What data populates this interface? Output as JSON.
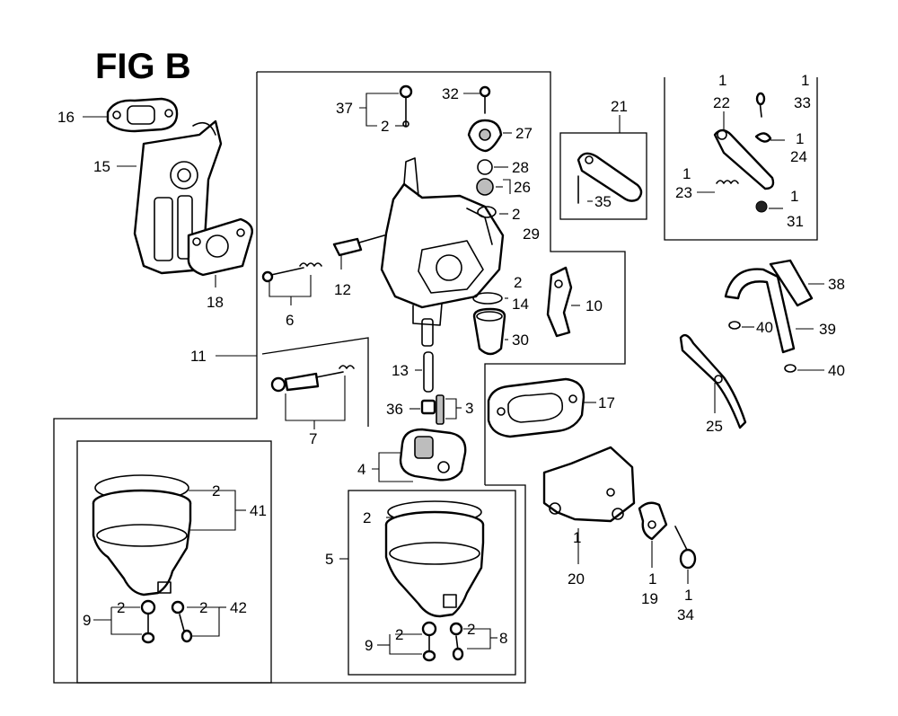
{
  "figure": {
    "title": "FIG B"
  },
  "callouts": [
    {
      "id": "c16",
      "text": "16"
    },
    {
      "id": "c15",
      "text": "15"
    },
    {
      "id": "c18",
      "text": "18"
    },
    {
      "id": "c11",
      "text": "11"
    },
    {
      "id": "c37",
      "text": "37"
    },
    {
      "id": "c37q",
      "text": "2"
    },
    {
      "id": "c32",
      "text": "32"
    },
    {
      "id": "c27",
      "text": "27"
    },
    {
      "id": "c28",
      "text": "28"
    },
    {
      "id": "c26",
      "text": "26"
    },
    {
      "id": "c29q",
      "text": "2"
    },
    {
      "id": "c29",
      "text": "29"
    },
    {
      "id": "c12",
      "text": "12"
    },
    {
      "id": "c6",
      "text": "6"
    },
    {
      "id": "c14q",
      "text": "2"
    },
    {
      "id": "c14",
      "text": "14"
    },
    {
      "id": "c10",
      "text": "10"
    },
    {
      "id": "c30",
      "text": "30"
    },
    {
      "id": "c13",
      "text": "13"
    },
    {
      "id": "c36",
      "text": "36"
    },
    {
      "id": "c3",
      "text": "3"
    },
    {
      "id": "c7",
      "text": "7"
    },
    {
      "id": "c4",
      "text": "4"
    },
    {
      "id": "c17",
      "text": "17"
    },
    {
      "id": "c21",
      "text": "21"
    },
    {
      "id": "c35",
      "text": "35"
    },
    {
      "id": "c22q",
      "text": "1"
    },
    {
      "id": "c22",
      "text": "22"
    },
    {
      "id": "c33q",
      "text": "1"
    },
    {
      "id": "c33",
      "text": "33"
    },
    {
      "id": "c24q",
      "text": "1"
    },
    {
      "id": "c24",
      "text": "24"
    },
    {
      "id": "c23q",
      "text": "1"
    },
    {
      "id": "c23",
      "text": "23"
    },
    {
      "id": "c31q",
      "text": "1"
    },
    {
      "id": "c31",
      "text": "31"
    },
    {
      "id": "c38",
      "text": "38"
    },
    {
      "id": "c40a",
      "text": "40"
    },
    {
      "id": "c39",
      "text": "39"
    },
    {
      "id": "c40b",
      "text": "40"
    },
    {
      "id": "c25",
      "text": "25"
    },
    {
      "id": "c41q",
      "text": "2"
    },
    {
      "id": "c41",
      "text": "41"
    },
    {
      "id": "c42q",
      "text": "2"
    },
    {
      "id": "c42",
      "text": "42"
    },
    {
      "id": "c9aq",
      "text": "2"
    },
    {
      "id": "c9a",
      "text": "9"
    },
    {
      "id": "c5q",
      "text": "2"
    },
    {
      "id": "c5",
      "text": "5"
    },
    {
      "id": "c9bq",
      "text": "2"
    },
    {
      "id": "c9b",
      "text": "9"
    },
    {
      "id": "c8q",
      "text": "2"
    },
    {
      "id": "c8",
      "text": "8"
    },
    {
      "id": "c20",
      "text": "20"
    },
    {
      "id": "c20q",
      "text": "1"
    },
    {
      "id": "c19q",
      "text": "1"
    },
    {
      "id": "c19",
      "text": "19"
    },
    {
      "id": "c34q",
      "text": "1"
    },
    {
      "id": "c34",
      "text": "34"
    }
  ]
}
